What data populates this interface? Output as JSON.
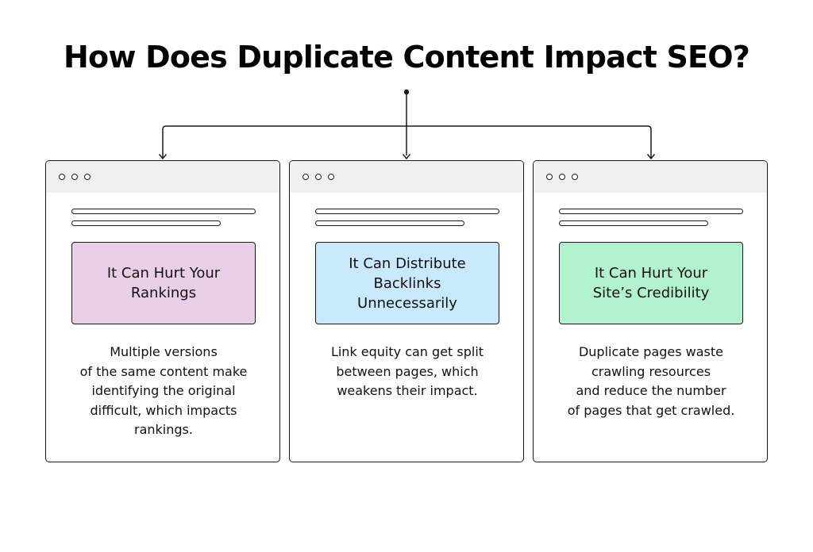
{
  "title": "How Does Duplicate Content Impact SEO?",
  "panels": [
    {
      "heading_lines": [
        "It Can Hurt Your",
        "Rankings"
      ],
      "description_lines": [
        "Multiple versions",
        "of the same content make",
        "identifying the original",
        "difficult, which impacts",
        "rankings."
      ],
      "card_color": "#e9d0e8"
    },
    {
      "heading_lines": [
        "It Can Distribute",
        "Backlinks",
        "Unnecessarily"
      ],
      "description_lines": [
        "Link equity can get split",
        "between pages, which",
        "weakens their impact."
      ],
      "card_color": "#c8e8fc"
    },
    {
      "heading_lines": [
        "It Can Hurt Your",
        "Site’s Credibility"
      ],
      "description_lines": [
        "Duplicate pages waste",
        "crawling resources",
        "and reduce the number",
        "of pages that get crawled."
      ],
      "card_color": "#b3f2cf"
    }
  ],
  "colors": {
    "stroke": "#1a1a1a",
    "titlebar": "#f0f0f0"
  },
  "icons": {
    "window_controls": "three-dot-circles",
    "connector": "branching-arrows"
  }
}
